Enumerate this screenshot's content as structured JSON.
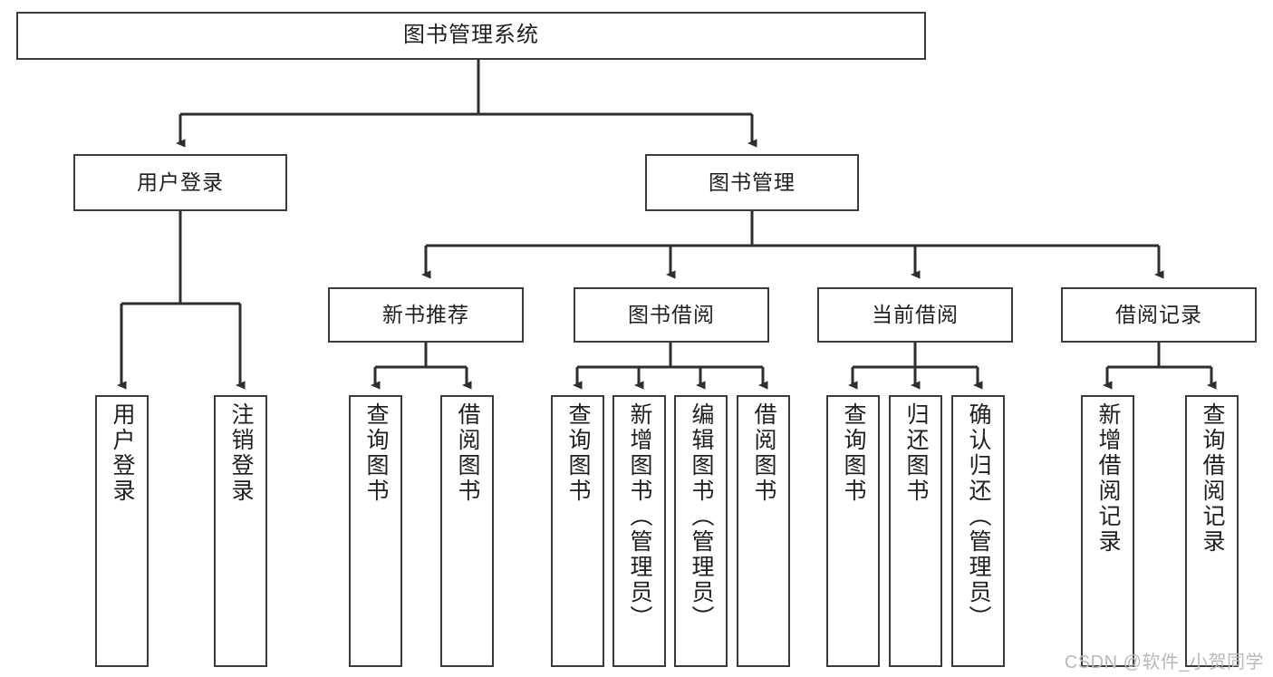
{
  "diagram": {
    "title": "图书管理系统",
    "watermark": "CSDN @软件_小贺同学",
    "colors": {
      "box_border": "#3b3b3b",
      "box_fill": "#ffffff",
      "link": "#2e2e2e",
      "text": "#1f1f1f",
      "watermark": "#b9b9b9"
    },
    "nodes": {
      "root": "图书管理系统",
      "level2": [
        {
          "id": "user-login",
          "label": "用户登录"
        },
        {
          "id": "book-manage",
          "label": "图书管理"
        }
      ],
      "level3": [
        {
          "id": "new-book-recommend",
          "label": "新书推荐"
        },
        {
          "id": "book-borrow",
          "label": "图书借阅"
        },
        {
          "id": "current-borrow",
          "label": "当前借阅"
        },
        {
          "id": "borrow-record",
          "label": "借阅记录"
        }
      ],
      "leaves": {
        "user_login": [
          {
            "id": "leaf-user-login",
            "label": "用户登录"
          },
          {
            "id": "leaf-logout",
            "label": "注销登录"
          }
        ],
        "new_book_recommend": [
          {
            "id": "leaf-query-book-1",
            "label": "查询图书"
          },
          {
            "id": "leaf-borrow-book-1",
            "label": "借阅图书"
          }
        ],
        "book_borrow": [
          {
            "id": "leaf-query-book-2",
            "label": "查询图书"
          },
          {
            "id": "leaf-add-book",
            "label": "新增图书（管理员）"
          },
          {
            "id": "leaf-edit-book",
            "label": "编辑图书（管理员）"
          },
          {
            "id": "leaf-borrow-book-2",
            "label": "借阅图书"
          }
        ],
        "current_borrow": [
          {
            "id": "leaf-query-book-3",
            "label": "查询图书"
          },
          {
            "id": "leaf-return-book",
            "label": "归还图书"
          },
          {
            "id": "leaf-confirm-return",
            "label": "确认归还（管理员）"
          }
        ],
        "borrow_record": [
          {
            "id": "leaf-add-record",
            "label": "新增借阅记录"
          },
          {
            "id": "leaf-query-record",
            "label": "查询借阅记录"
          }
        ]
      }
    }
  }
}
